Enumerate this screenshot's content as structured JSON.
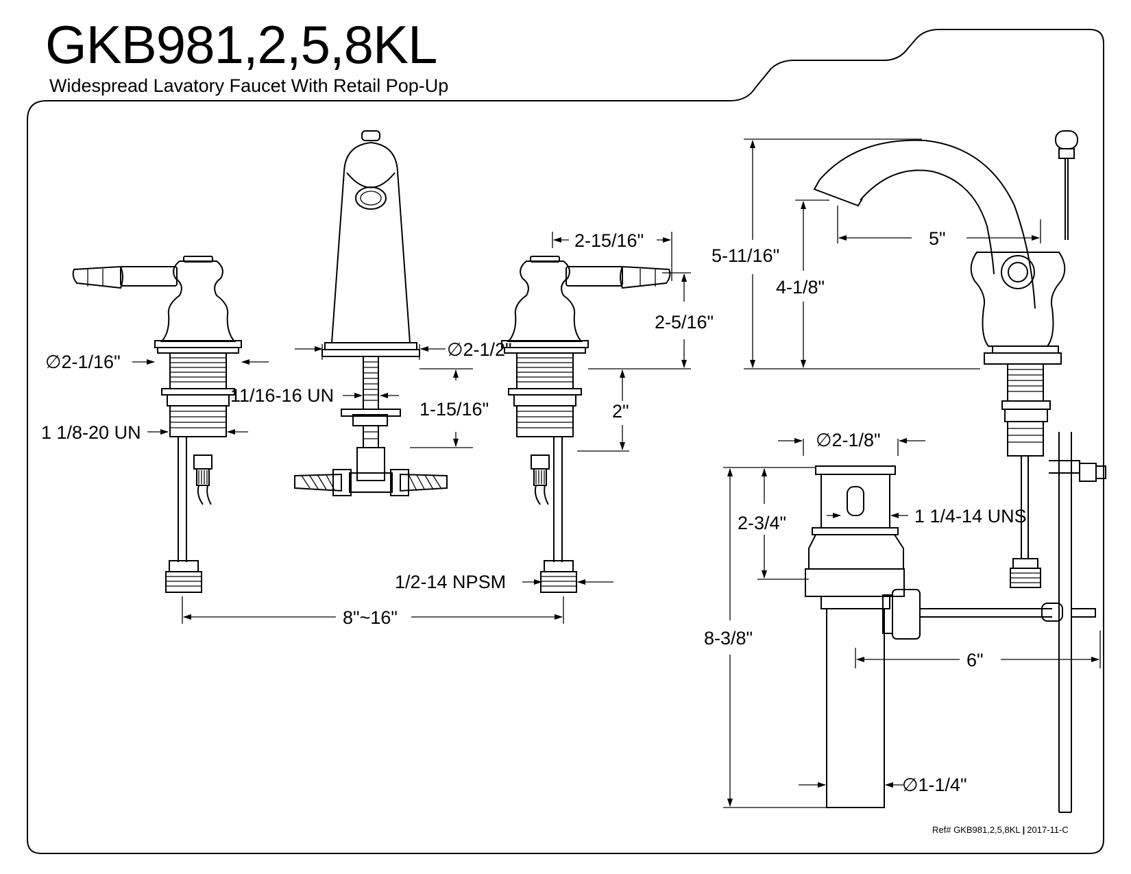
{
  "header": {
    "title": "GKB981,2,5,8KL",
    "subtitle": "Widespread Lavatory Faucet With Retail Pop-Up"
  },
  "dimensions": {
    "handle_base_diameter": "∅2-1/16\"",
    "shank_thread_small": "11/16-16 UN",
    "shank_thread_large": "1 1/8-20 UN",
    "spout_base_diameter": "∅2-1/2\"",
    "spout_shank_length": "1-15/16\"",
    "handle_reach": "2-15/16\"",
    "handle_height": "2-5/16\"",
    "handle_shank_length": "2\"",
    "supply_thread": "1/2-14 NPSM",
    "spread": "8\"~16\"",
    "overall_height": "5-11/16\"",
    "spout_clearance": "4-1/8\"",
    "spout_reach": "5\"",
    "drain_flange_diameter": "∅2-1/8\"",
    "drain_thread": "1 1/4-14 UNS",
    "drain_flange_height": "2-3/4\"",
    "drain_total_length": "8-3/8\"",
    "pivot_rod_length": "6\"",
    "tailpiece_diameter": "∅1-1/4\""
  },
  "footer": {
    "ref_text": "Ref# GKB981,2,5,8KL",
    "separator": "|",
    "revision": "2017-11-C"
  }
}
